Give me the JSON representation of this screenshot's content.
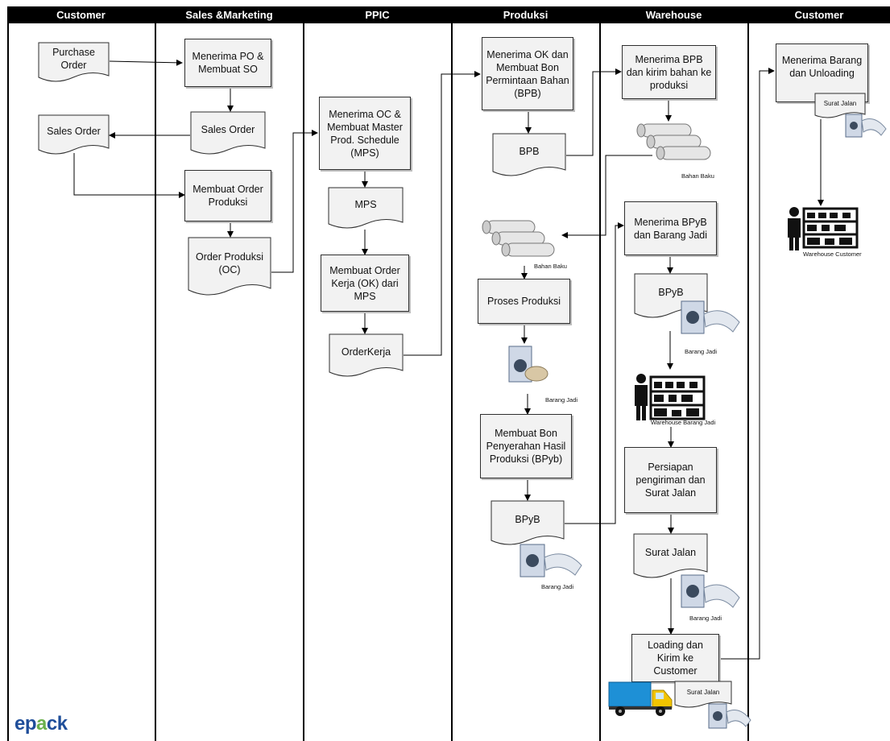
{
  "lanes": [
    "Customer",
    "Sales &Marketing",
    "PPIC",
    "Produksi",
    "Warehouse",
    "Customer"
  ],
  "nodes": {
    "purchase_order": "Purchase Order",
    "sales_order_customer": "Sales Order",
    "menerima_po": "Menerima PO & Membuat SO",
    "sales_order": "Sales Order",
    "membuat_order_produksi": "Membuat Order Produksi",
    "order_produksi_oc": "Order Produksi (OC)",
    "menerima_oc": "Menerima OC & Membuat Master Prod. Schedule (MPS)",
    "mps": "MPS",
    "membuat_order_kerja": "Membuat Order Kerja (OK) dari MPS",
    "orderkerja": "OrderKerja",
    "menerima_ok": "Menerima OK dan Membuat Bon Permintaan Bahan (BPB)",
    "bpb": "BPB",
    "proses_produksi": "Proses Produksi",
    "membuat_bon_penyerahan": "Membuat Bon Penyerahan Hasil Produksi (BPyb)",
    "bpyb_produksi": "BPyB",
    "menerima_bpb_kirim": "Menerima BPB dan kirim bahan ke produksi",
    "menerima_bpyb": "Menerima BPyB dan Barang Jadi",
    "bpyb_warehouse": "BPyB",
    "persiapan_pengiriman": "Persiapan pengiriman dan Surat Jalan",
    "surat_jalan": "Surat Jalan",
    "loading_kirim": "Loading dan Kirim ke Customer",
    "surat_jalan_truck": "Surat Jalan",
    "menerima_barang": "Menerima Barang dan Unloading",
    "surat_jalan_customer": "Surat Jalan"
  },
  "captions": {
    "bahan_baku_wh": "Bahan Baku",
    "bahan_baku_prod": "Bahan Baku",
    "barang_jadi_prod1": "Barang Jadi",
    "barang_jadi_prod2": "Barang Jadi",
    "barang_jadi_wh1": "Barang Jadi",
    "barang_jadi_wh2": "Barang Jadi",
    "warehouse_barang_jadi": "Warehouse Barang Jadi",
    "warehouse_customer": "Warehouse Customer"
  },
  "logo": {
    "text": "epack"
  },
  "colors": {
    "header": "#000000",
    "box_fill": "#f2f2f2",
    "logo_blue": "#1f4e9a",
    "logo_green": "#6ab04c",
    "truck": "#1e90d6"
  }
}
